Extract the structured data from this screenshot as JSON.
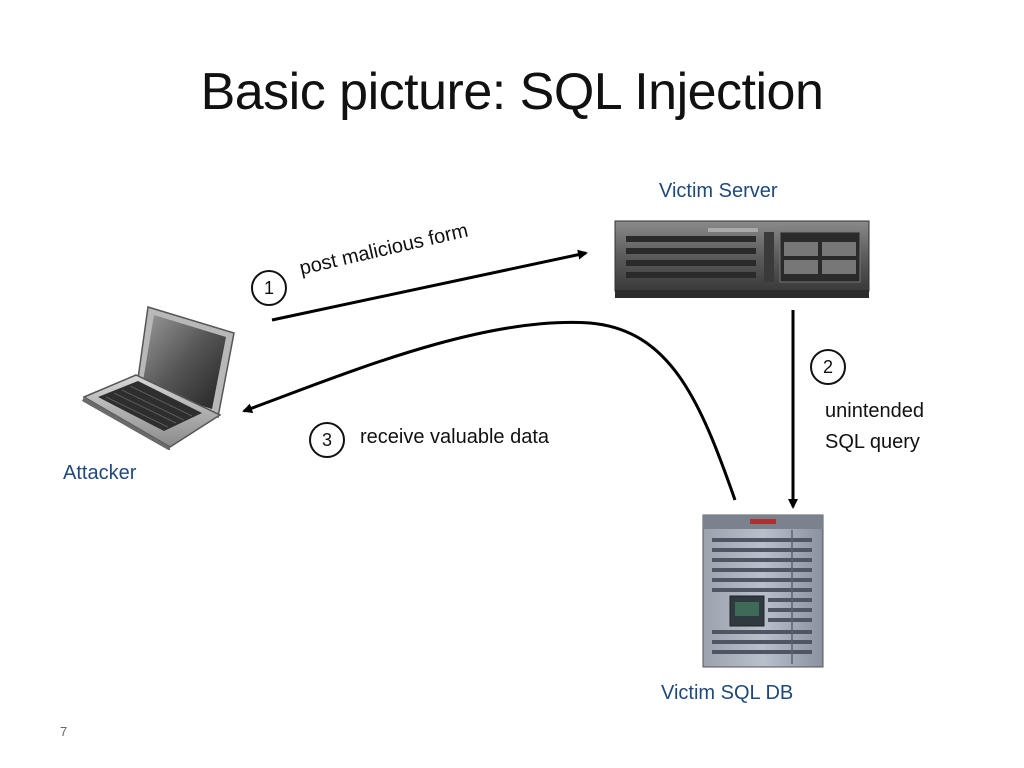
{
  "slide": {
    "title": "Basic picture: SQL Injection",
    "page_number": "7"
  },
  "nodes": {
    "attacker": "Attacker",
    "server": "Victim Server",
    "db": "Victim SQL DB"
  },
  "steps": [
    {
      "number": "1",
      "label": "post malicious form"
    },
    {
      "number": "2",
      "label_line1": "unintended",
      "label_line2": "SQL query"
    },
    {
      "number": "3",
      "label": "receive valuable data"
    }
  ],
  "colors": {
    "node_label": "#1f497d",
    "text": "#111111"
  },
  "icons": {
    "attacker": "laptop-icon",
    "server": "rack-server-icon",
    "db": "database-server-icon"
  }
}
